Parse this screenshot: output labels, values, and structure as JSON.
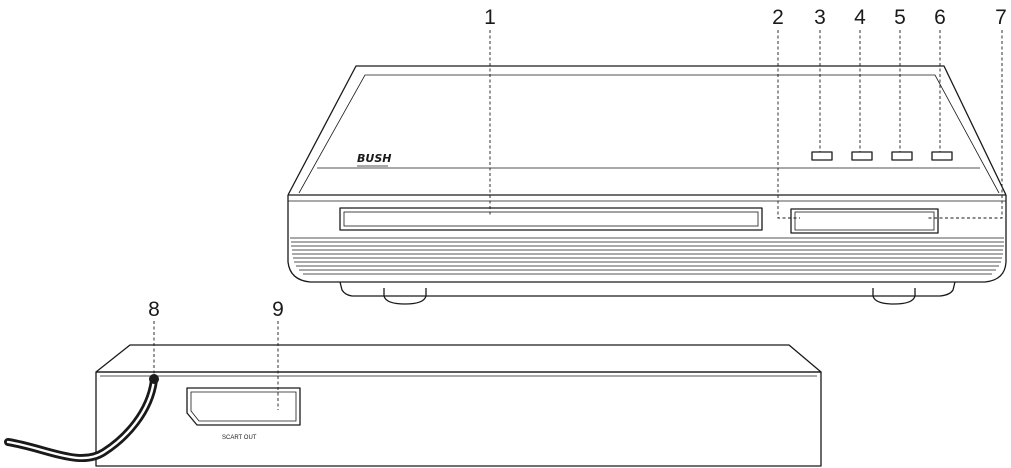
{
  "callouts": [
    "1",
    "2",
    "3",
    "4",
    "5",
    "6",
    "7",
    "8",
    "9"
  ],
  "brand_logo_text": "BUSH",
  "scart_label": "SCART OUT"
}
